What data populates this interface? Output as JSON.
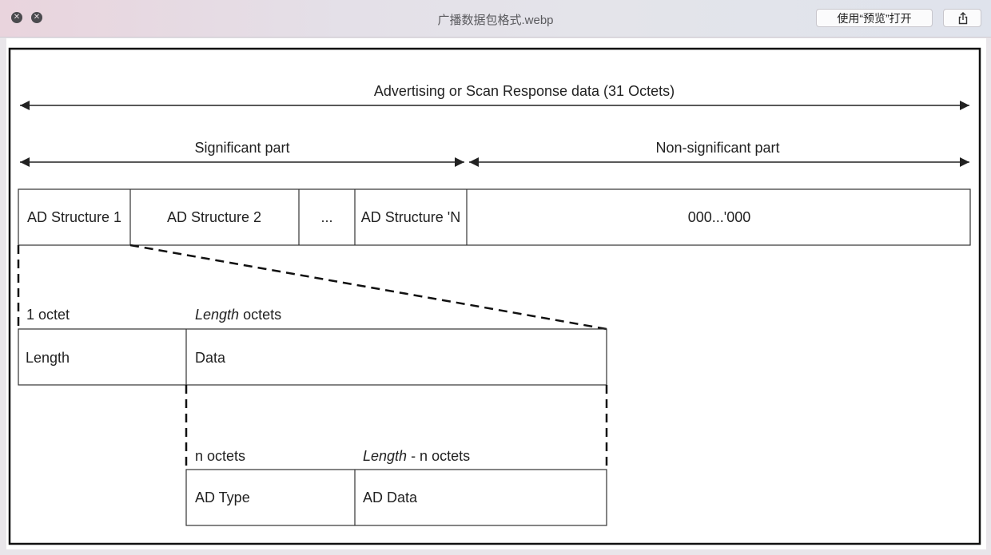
{
  "window": {
    "title": "广播数据包格式.webp",
    "open_with_label": "使用“预览”打开",
    "close_icon": "close-icon",
    "minimize_icon": "close-icon",
    "share_icon": "share-icon"
  },
  "diagram": {
    "top_label": "Advertising or Scan Response data (31 Octets)",
    "significant_label": "Significant part",
    "non_significant_label": "Non-significant part",
    "structures": [
      "AD Structure 1",
      "AD Structure 2",
      "...",
      "AD Structure 'N",
      "000...'000"
    ],
    "level2": {
      "size_1": "1 octet",
      "size_2_italic": "Length",
      "size_2_rest": " octets",
      "field_1": "Length",
      "field_2": "Data"
    },
    "level3": {
      "size_1": "n octets",
      "size_2_italic": "Length",
      "size_2_rest": " - n octets",
      "field_1": "AD Type",
      "field_2": "AD Data"
    }
  }
}
